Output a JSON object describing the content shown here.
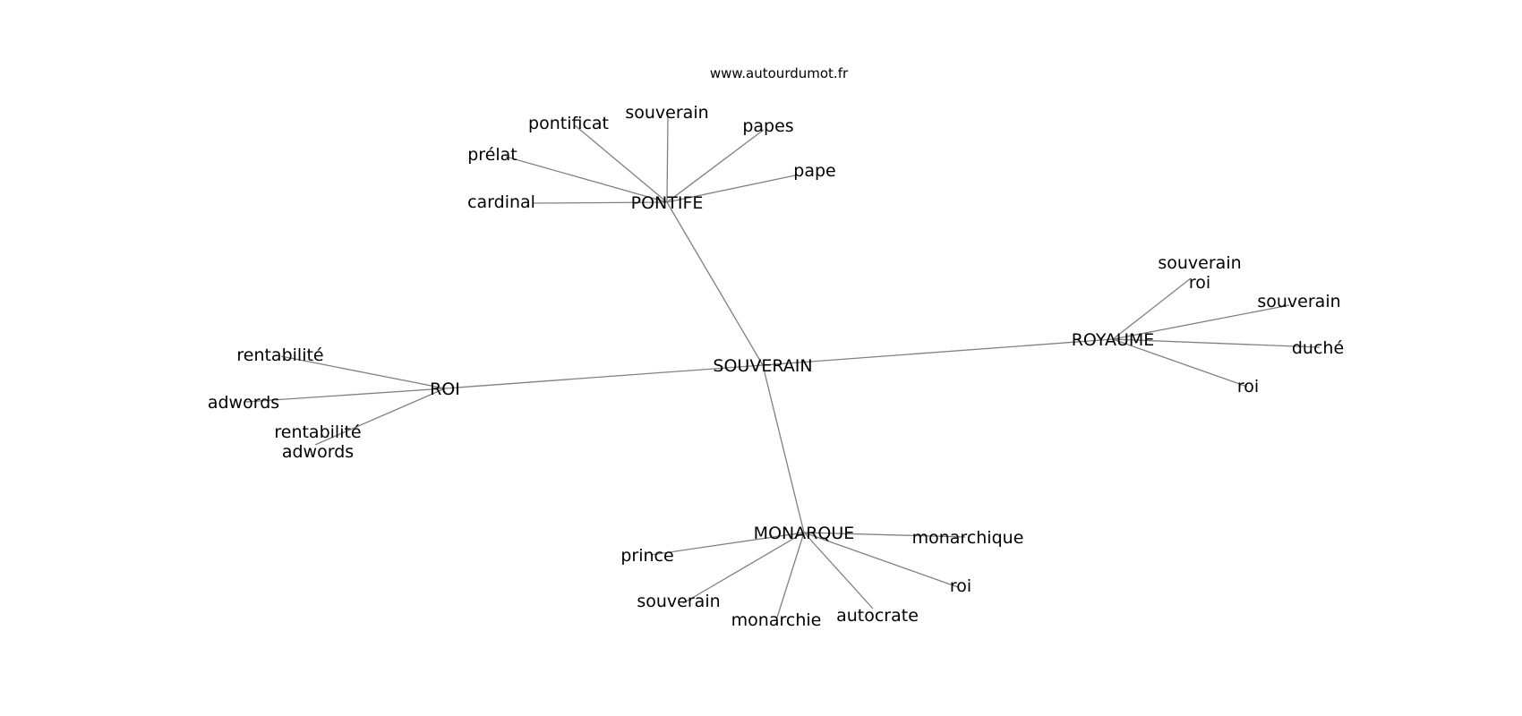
{
  "site": "www.autourdumot.fr",
  "center": "SOUVERAIN",
  "hubs": [
    {
      "label": "PONTIFE",
      "leaves": [
        "pontificat",
        "souverain",
        "papes",
        "pape",
        "prélat",
        "cardinal"
      ]
    },
    {
      "label": "ROYAUME",
      "leaves": [
        [
          "souverain",
          "roi"
        ],
        "souverain",
        "duché",
        "roi"
      ]
    },
    {
      "label": "ROI",
      "leaves": [
        "rentabilité",
        "adwords",
        [
          "rentabilité",
          "adwords"
        ]
      ]
    },
    {
      "label": "MONARQUE",
      "leaves": [
        "prince",
        "souverain",
        "monarchie",
        "autocrate",
        "roi",
        "monarchique"
      ]
    }
  ],
  "colors": {
    "edge": "#808080",
    "text": "#000000",
    "background": "#ffffff"
  }
}
